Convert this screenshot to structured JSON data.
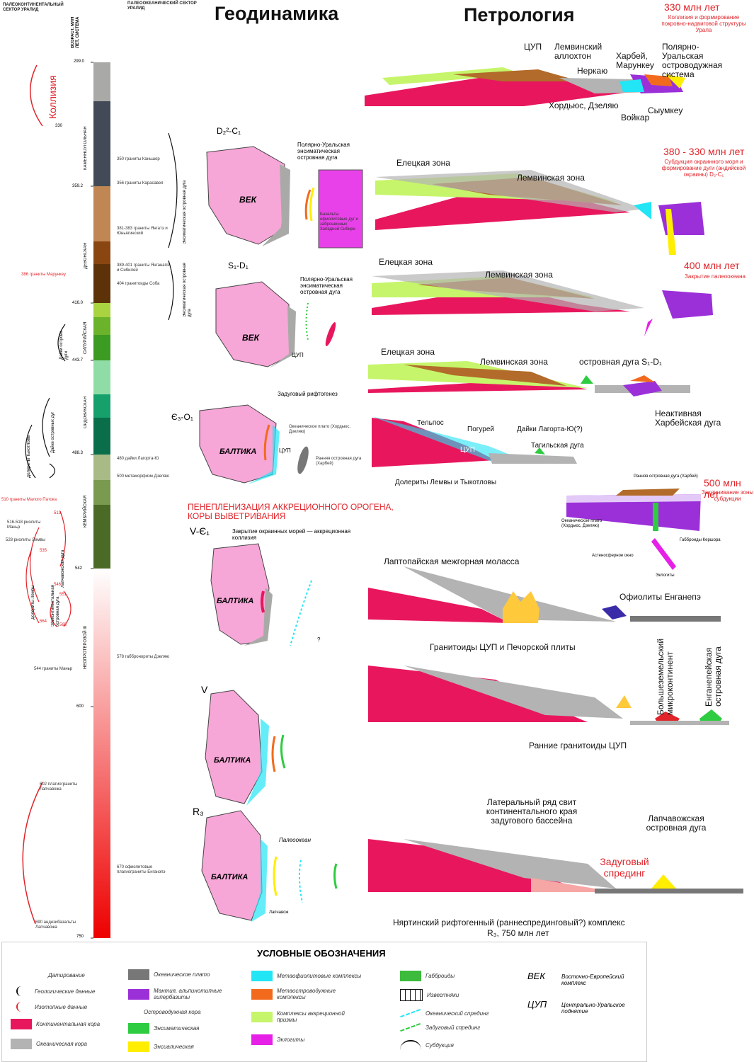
{
  "header": {
    "paleo_continental": "ПАЛЕОКОНТИНЕНТАЛЬНЫЙ СЕКТОР УРАЛИД",
    "paleo_oceanic": "ПАЛЕООКЕАНИЧЕСКИЙ СЕКТОР УРАЛИД",
    "age_col": "ВОЗРАСТ, МЛН ЛЕТ, СИСТЕМА",
    "geodynamics_title": "Геодинамика",
    "petrology_title": "Петрология"
  },
  "timescale": {
    "ages": [
      "299.0",
      "330",
      "359.2",
      "416.0",
      "443.7",
      "488.3",
      "542",
      "600",
      "750"
    ],
    "systems": [
      "КАМЕННОУГОЛЬНАЯ",
      "ДЕВОНСКАЯ",
      "СИЛУРИЙСКАЯ",
      "ОРДОВИКСКАЯ",
      "КЕМБРИЙСКАЯ",
      "НЕОПРОТЕРОЗОЙ III"
    ],
    "collision_label": "Коллизия"
  },
  "left_events": {
    "granites_marunkeu": "386 граниты Марункеу",
    "granites_malopapon": "510 граниты Малого Патока",
    "rhyolites_manar": "516-518 риолиты Маньр",
    "rhyolites_lemva": "528 риолиты Лемвы",
    "granites_manar": "544 граниты Маньр",
    "plagioclase_granites": "602 плагиограниты Лапчавожа",
    "andesibasalts": "690 андезибазальты Лапчавожа",
    "n_513": "513",
    "n_535": "535",
    "n_546": "546",
    "n_550": "550",
    "n_551": "551",
    "n_564": "564",
    "n_565": "565"
  },
  "right_events": {
    "granites_kanshor": "350 граниты Каньшор",
    "granites_karasaveeh": "356 граниты Карасавея",
    "granites_yunyagin": "381-383 граниты Янгатэ и Юньягинский",
    "granites_yengyta": "389-401 граниты Янганапэ и Сибилей",
    "granitoids_soba": "404 гранитоиды Соба",
    "dikes_lagorta": "480 дайки Лагорта-Ю",
    "metamorphism": "500 метаморфизм Дзеляю",
    "gabbronorites": "578 габбронориты Дзеляю",
    "ophiolites": "670 офиолитовые плагиограниты Енганэпэ"
  },
  "brackets": {
    "ensimatic_arc_1": "Энсиматическая островная дуга",
    "ensimatic_arc_2": "Энсиматическая островная дуга",
    "dikes_ensialic": "Дайки острова дуги",
    "dikes_ophiolite": "Дайки островных дуг",
    "dolerites_tykotlova": "Долериты Тыкотловы",
    "dolerites_lemva": "Долериты Лемвы",
    "lapchavozh": "Лапчавожская дуга",
    "epicontinental": "Эпиконтинентальная островная дуга"
  },
  "geodynamics": {
    "stage1_label": "D₂²-C₁",
    "stage1_block": "ВЕК",
    "stage1_arc": "Полярно-Уральская энсиматическая островная дуга",
    "stage1_note": "Базальты офиолитовые дуг и заброшенных Западной Сибири",
    "stage2_label": "S₁-D₁",
    "stage2_block": "ВЕК",
    "stage2_arc": "Полярно-Уральская энсиматическая островная дуга",
    "stage2_cup": "ЦУП",
    "backarc": "Задуговый рифтогенез",
    "stage3_label": "Є₃-O₁",
    "stage3_block": "БАЛТИКА",
    "stage3_plateau": "Океаническое плато (Хордьюс, Дзеляю)",
    "stage3_early_arc": "Ранняя островная дуга (Харбей)",
    "stage3_cup": "ЦУП",
    "peneplain": "ПЕНЕПЛЕНИЗАЦИЯ АККРЕЦИОННОГО ОРОГЕНА, КОРЫ ВЫВЕТРИВАНИЯ",
    "stage4_label": "V-Є₁",
    "stage4_closure": "Закрытие окраинных морей — аккреционная коллизия",
    "stage4_block": "БАЛТИКА",
    "stage4_q": "?",
    "stage5_label": "V",
    "stage5_block": "БАЛТИКА",
    "stage6_label": "R₃",
    "stage6_block": "БАЛТИКА",
    "paleo_ocean": "Палеоокеан",
    "lapchavozh": "Лапчавож"
  },
  "petrology": {
    "s1_title": "330 млн лет",
    "s1_sub": "Коллизия и формирование покровно-надвиговой структуры Урала",
    "s1_cup": "ЦУП",
    "s1_lemva": "Лемвинский аллохтон",
    "s1_nerkayu": "Неркаю",
    "s1_kharbey": "Харбей, Марункеу",
    "s1_polar": "Полярно-Уральская островодужная система",
    "s1_hordyus": "Хордьюс, Дзеляю",
    "s1_voykar": "Войкар",
    "s1_syumkeu": "Сыумкеу",
    "s2_title": "380 - 330 млн лет",
    "s2_sub": "Субдукция окраинного моря и формирование дуги (андийской окраины) D₂-C₁",
    "s2_elets": "Елецкая зона",
    "s2_lemva": "Лемвинская зона",
    "s3_title": "400 млн лет",
    "s3_sub": "Закрытие палеоокеана",
    "s3_elets": "Елецкая зона",
    "s3_lemva": "Лемвинская зона",
    "s4_elets": "Елецкая зона",
    "s4_lemva": "Лемвинская зона",
    "s4_arc": "островная дуга S₁-D₁",
    "s4_inactive": "Неактивная Харбейская дуга",
    "s5_telpos": "Тельпос",
    "s5_pogurey": "Погурей",
    "s5_dikes": "Дайки Лагорта-Ю(?)",
    "s5_cup": "ЦУП",
    "s5_tagil": "Тагильская дуга",
    "s5_dolerites": "Долериты Лемвы и Тыкотловы",
    "s6_title": "500 млн лет",
    "s6_sub": "Заклинивание зоны субдукции",
    "s6_early_arc": "Ранняя островная дуга (Харбей)",
    "s6_plateau": "Океаническое плато (Хордьюс, Дзеляю)",
    "s6_gabbro": "Габброиды Кершора",
    "s6_astheno": "Астеносферное окно",
    "s6_eclogites": "Эклогиты",
    "s7_molasse": "Лаптопайская межгорная моласса",
    "s7_ophiolites": "Офиолиты Енганепэ",
    "s7_granitoids": "Гранитоиды ЦУП и Печорской плиты",
    "s8_bolshezem": "Большеземельский микроконтинент",
    "s8_enganepe": "Енганепейская островная дуга",
    "s8_early_gran": "Ранние гранитоиды ЦУП",
    "s9_lateral": "Латеральный ряд свит континентального края задугового бассейна",
    "s9_lapchavozh": "Лапчавожская островная дуга",
    "s9_spreading": "Задуговый спрединг",
    "s9_nyartin": "Няртинский рифтогенный (раннеспрединговый?) комплекс",
    "s9_nyartin_age": "R₃, 750 млн лет"
  },
  "legend": {
    "title": "УСЛОВНЫЕ ОБОЗНАЧЕНИЯ",
    "dating": "Датирование",
    "geological": "Геологические данные",
    "isotope": "Изотопные данные",
    "continental_crust": "Континентальная кора",
    "oceanic_crust": "Океаническая кора",
    "oceanic_plateau": "Океаническое плато",
    "mantle": "Мантия, альпинотипные гипербазиты",
    "island_arc_crust": "Островодужная кора",
    "ensimatic": "Энсиматическая",
    "ensialic": "Энсиалическая",
    "metaophiolite": "Метаофиолитовые комплексы",
    "metaisland": "Метаостроводужные комплексы",
    "accretion_prism": "Комплексы аккреционной призмы",
    "eclogites": "Эклогиты",
    "gabbroids": "Габброиды",
    "limestones": "Известняки",
    "oceanic_spreading": "Океанический спрединг",
    "backarc_spreading": "Задуговый спрединг",
    "subduction": "Субдукция",
    "vek_abbr": "ВЕК",
    "vek_full": "Восточно-Европейский комплекс",
    "cup_abbr": "ЦУП",
    "cup_full": "Центрально-Уральское поднятие"
  },
  "colors": {
    "continental": "#e8175d",
    "oceanic": "#b3b3b3",
    "plateau": "#777777",
    "mantle": "#9b30d9",
    "ensimatic": "#2ecc40",
    "ensialic": "#ffee00",
    "metaophiolite": "#22e5f5",
    "metaisland": "#f26b1d",
    "accretion": "#c6f56b",
    "eclogites": "#e620e6",
    "gabbroids": "#3cbb3c",
    "block": "#f7a6d8",
    "accent_red": "#e0242a"
  }
}
